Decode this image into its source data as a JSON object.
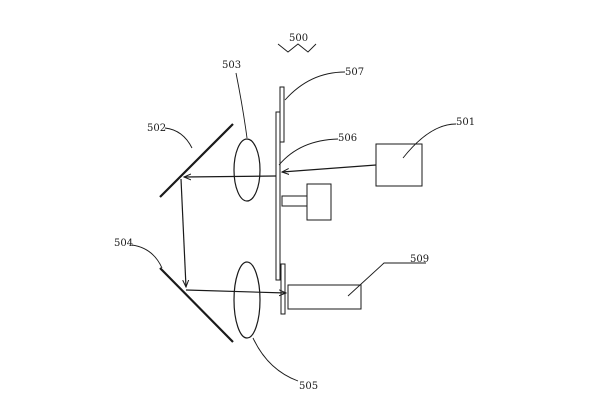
{
  "labels": {
    "figure": "500",
    "l501": "501",
    "l502": "502",
    "l503": "503",
    "l504": "504",
    "l505": "505",
    "l506": "506",
    "l507": "507",
    "l509": "509"
  },
  "colors": {
    "ink": "#1a1a1a",
    "background": "#ffffff"
  }
}
